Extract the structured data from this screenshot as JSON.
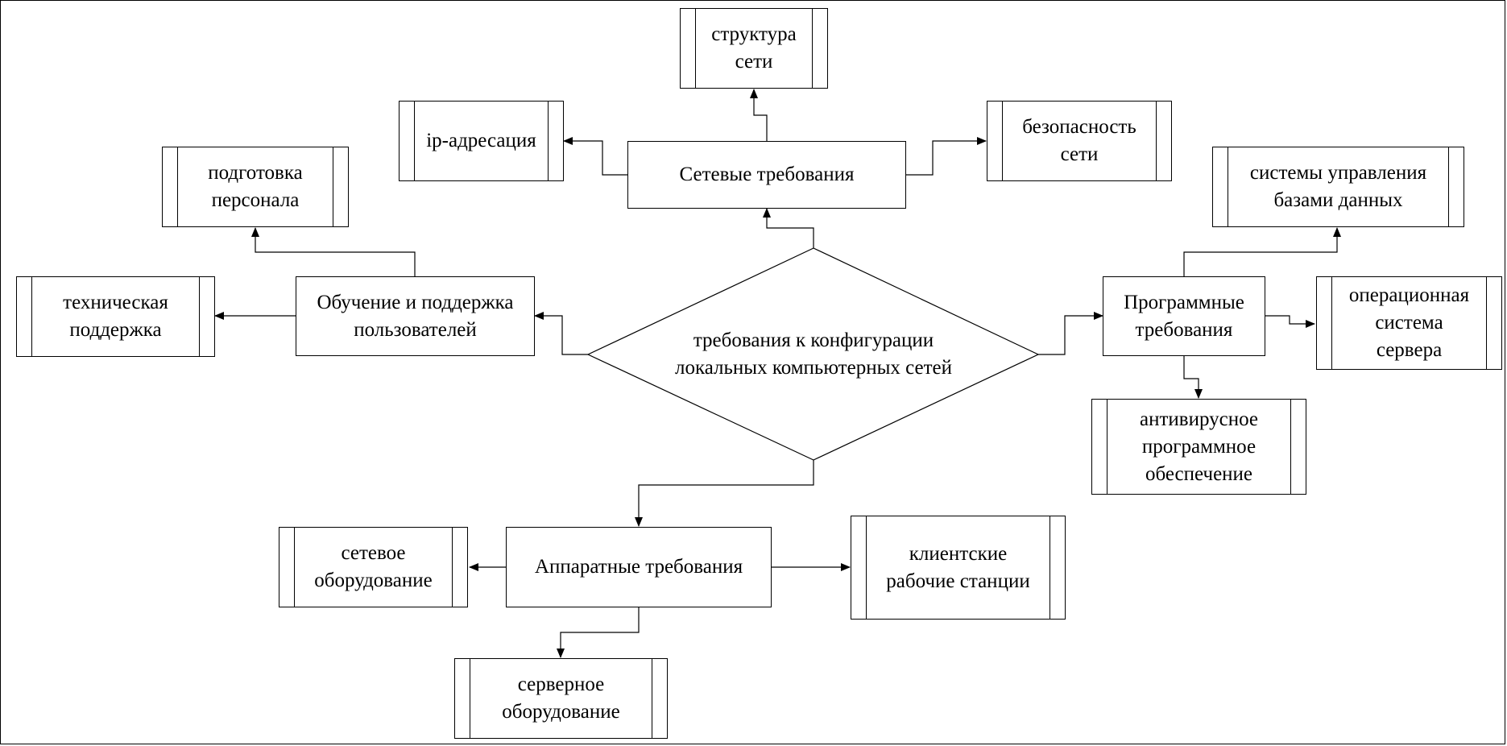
{
  "center": {
    "label": "требования к конфигурации\nлокальных компьютерных сетей"
  },
  "branches": {
    "network": {
      "label": "Сетевые требования",
      "children": {
        "structure": "структура\nсети",
        "ip": "ip-адресация",
        "security": "безопасность\nсети"
      }
    },
    "training": {
      "label": "Обучение и поддержка\nпользователей",
      "children": {
        "staff": "подготовка\nперсонала",
        "tech": "техническая\nподдержка"
      }
    },
    "software": {
      "label": "Программные\nтребования",
      "children": {
        "dbms": "системы управления\nбазами данных",
        "os": "операционная\nсистема\nсервера",
        "antivirus": "антивирусное\nпрограммное\nобеспечение"
      }
    },
    "hardware": {
      "label": "Аппаратные требования",
      "children": {
        "netdev": "сетевое\nоборудование",
        "clients": "клиентские\nрабочие станции",
        "server": "серверное\nоборудование"
      }
    }
  },
  "colors": {
    "line": "#000000",
    "background": "#ffffff"
  }
}
